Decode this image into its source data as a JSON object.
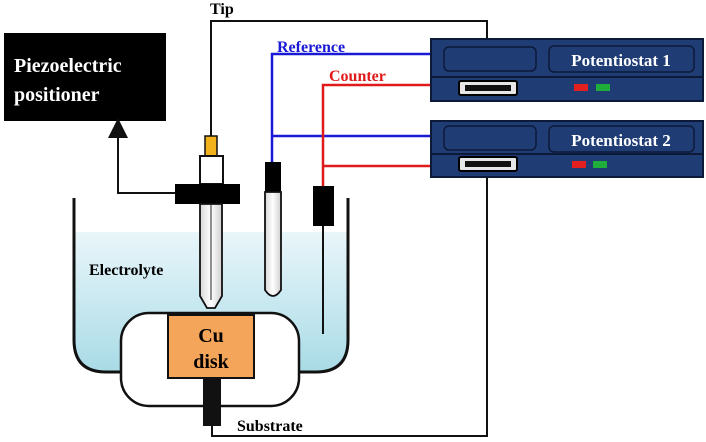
{
  "labels": {
    "positioner": [
      "Piezoelectric",
      "positioner"
    ],
    "tip": "Tip",
    "reference": "Reference",
    "counter": "Counter",
    "electrolyte": "Electrolyte",
    "cu_disk": [
      "Cu",
      "disk"
    ],
    "substrate": "Substrate",
    "potentiostat_1": "Potentiostat 1",
    "potentiostat_2": "Potentiostat 2"
  },
  "colors": {
    "reference_wire": "#1a1ad6",
    "counter_wire": "#e01a1a",
    "black_wire": "#111111",
    "electrolyte_top": "#e9f6fa",
    "electrolyte_bottom": "#a9dbe6",
    "cu_disk": "#f5a55a",
    "potentiostat_body": "#1f3c74",
    "led_red": "#e32020",
    "led_green": "#1fae3a",
    "tip_gold": "#f2b21c"
  }
}
